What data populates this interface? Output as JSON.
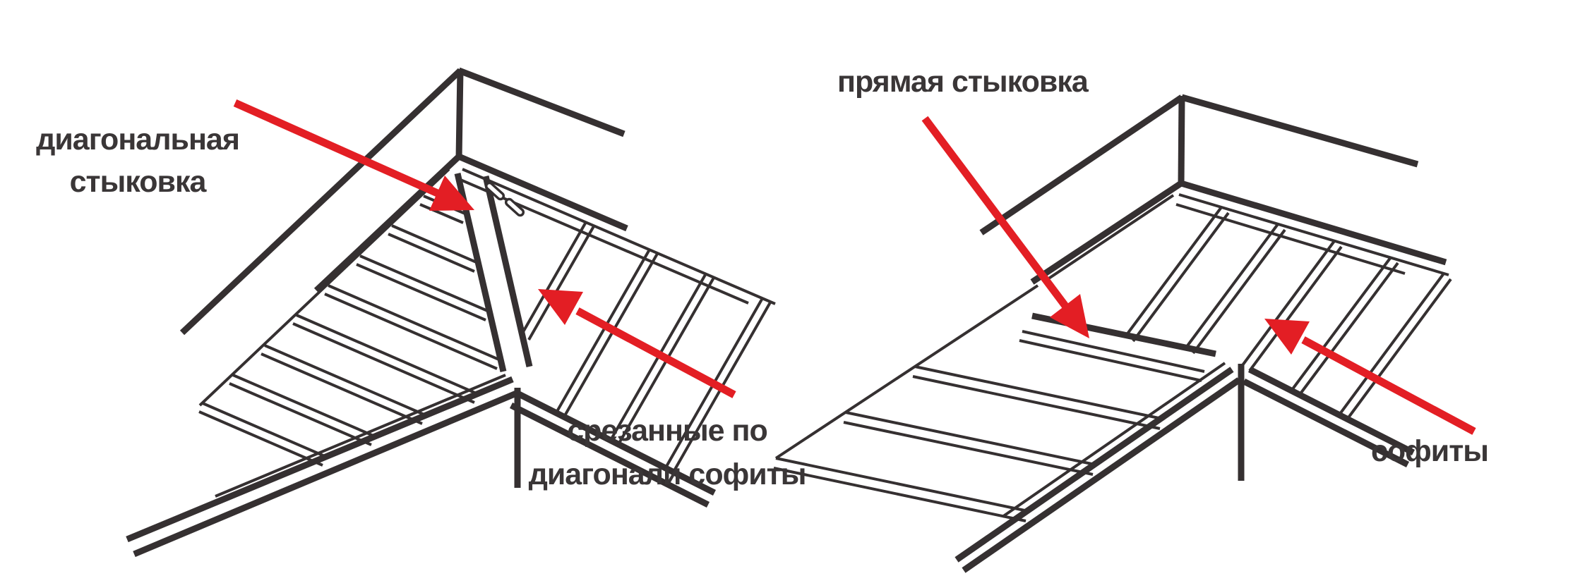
{
  "colors": {
    "background": "#ffffff",
    "line": "#353031",
    "arrow_red": "#e31e24",
    "text": "#3a3637"
  },
  "left_diagram": {
    "name": "diagonal soffit joint drawing",
    "joint_label_line1": "диагональная",
    "joint_label_line2": "стыковка",
    "soffit_label_line1": "срезанные по",
    "soffit_label_line2": "диагонали софиты"
  },
  "right_diagram": {
    "name": "straight soffit joint drawing",
    "joint_label": "прямая стыковка",
    "soffit_label": "софиты"
  }
}
